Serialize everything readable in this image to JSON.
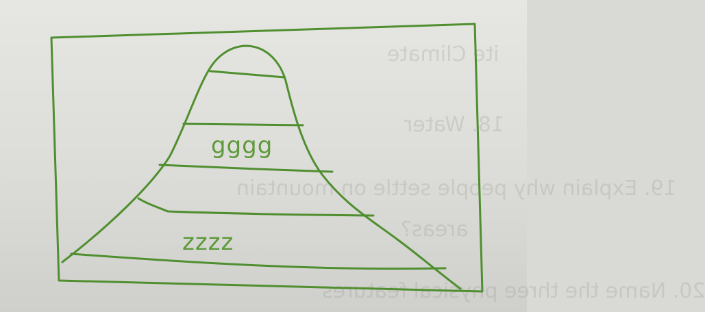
{
  "diagram": {
    "upper_label": "gggg",
    "lower_label": "zzzz",
    "line_color": "#4f8f2f",
    "text_color": "#5d9a3a"
  },
  "background_text": [
    "ite Climate",
    "18. Water",
    "19. Explain why people settle on mountain",
    "areas?",
    "20. Name the three physical features"
  ]
}
